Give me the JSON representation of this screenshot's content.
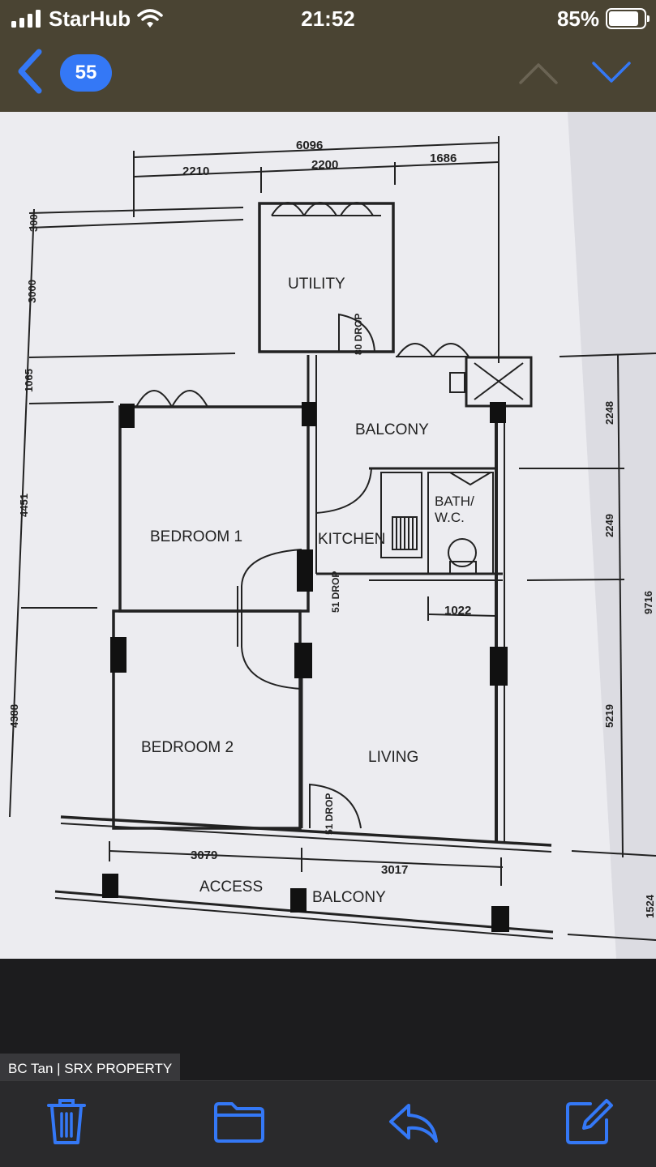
{
  "status_bar": {
    "carrier": "StarHub",
    "time": "21:52",
    "battery_percent": "85%",
    "battery_level": 0.85
  },
  "nav": {
    "unread_count": "55"
  },
  "floor_plan": {
    "dimensions_top": [
      "6096",
      "2210",
      "2200",
      "1686"
    ],
    "dimensions_left": [
      "300",
      "3000",
      "1065",
      "4451",
      "4388"
    ],
    "dimensions_right": [
      "2248",
      "2249",
      "9716",
      "5219",
      "1524"
    ],
    "dimensions_bottom": [
      "3079",
      "3017"
    ],
    "dimension_inner": "1022",
    "rooms": {
      "utility": "UTILITY",
      "balcony": "BALCONY",
      "bath": "BATH/",
      "bath2": "W.C.",
      "kitchen": "KITCHEN",
      "bedroom1": "BEDROOM 1",
      "bedroom2": "BEDROOM 2",
      "living": "LIVING",
      "access": "ACCESS",
      "access_balcony": "BALCONY"
    },
    "drop_labels": [
      "80 DROP",
      "51 DROP",
      "51 DROP"
    ]
  },
  "watermark": "BC Tan | SRX PROPERTY",
  "toolbar": {
    "icons": [
      "trash-icon",
      "folder-icon",
      "reply-icon",
      "compose-icon"
    ]
  },
  "colors": {
    "accent": "#3478f6",
    "topbar": "#4a4433",
    "toolbar": "#2a2a2c"
  }
}
